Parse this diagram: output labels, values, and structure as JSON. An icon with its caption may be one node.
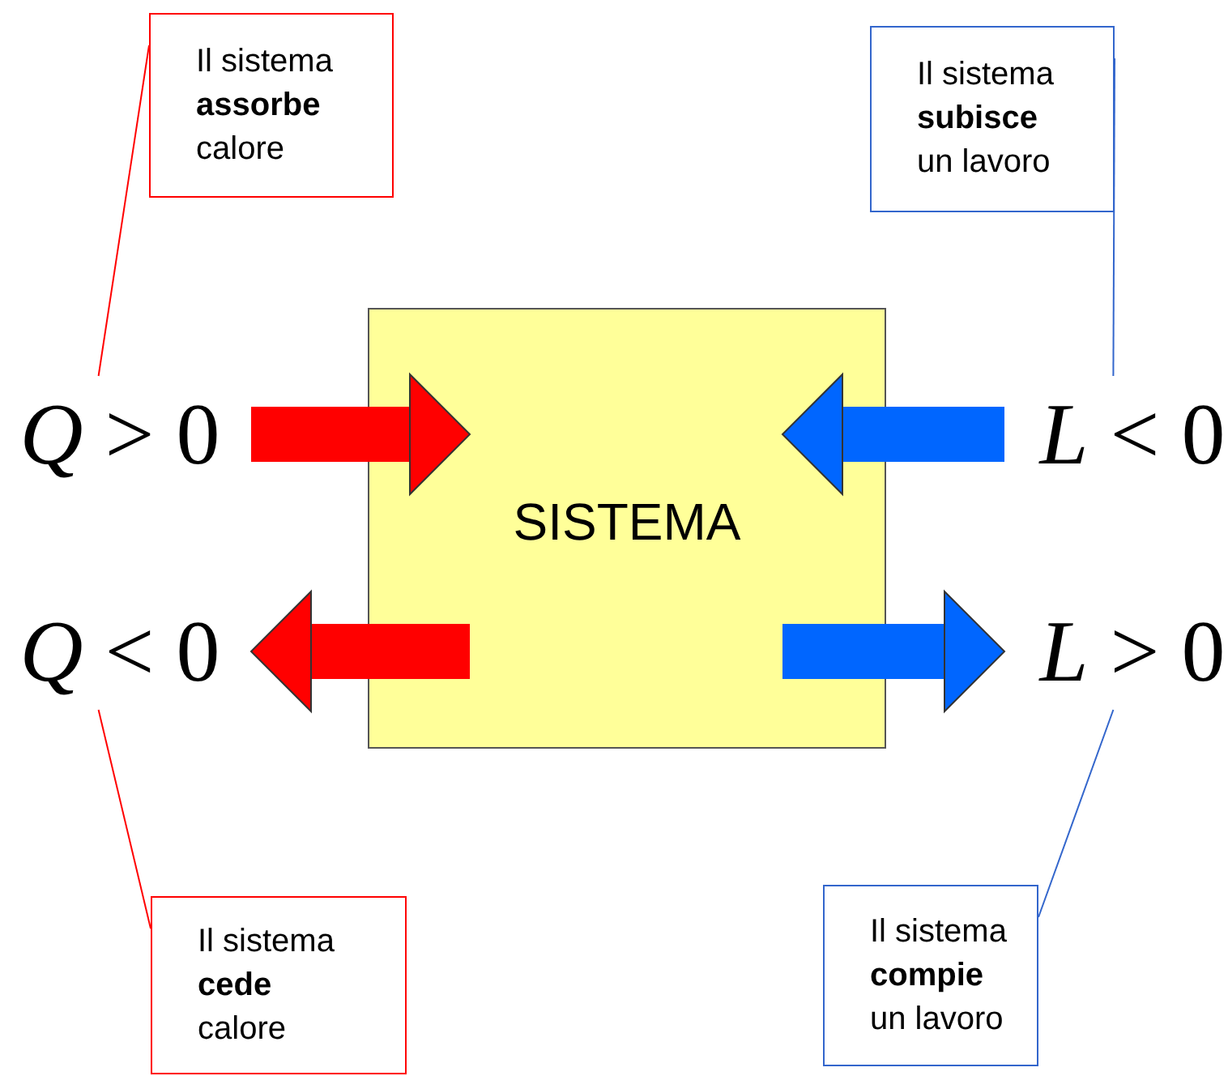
{
  "diagram": {
    "nodes": [
      {
        "text": [
          "SISTEMA"
        ]
      },
      {
        "text": [
          "*Q* > 0"
        ]
      },
      {
        "text": [
          "*Q* < 0"
        ]
      },
      {
        "text": [
          "*L* < 0"
        ]
      },
      {
        "text": [
          "*L* > 0"
        ]
      },
      {
        "text": [
          "Il sistema **assorbe** calore"
        ]
      },
      {
        "text": [
          "Il sistema **subisce** un lavoro"
        ]
      },
      {
        "text": [
          "Il sistema **cede** calore"
        ]
      },
      {
        "text": [
          "Il sistema **compie** un lavoro"
        ]
      }
    ],
    "edges": [
      {
        "from": 1,
        "to": 0,
        "arrow": "to",
        "style": "thick",
        "color": "#ff0000"
      },
      {
        "from": 0,
        "to": 2,
        "arrow": "to",
        "style": "thick",
        "color": "#ff0000"
      },
      {
        "from": 3,
        "to": 0,
        "arrow": "to",
        "style": "thick",
        "color": "#0066ff"
      },
      {
        "from": 0,
        "to": 4,
        "arrow": "to",
        "style": "thick",
        "color": "#0066ff"
      },
      {
        "from": 5,
        "to": 1,
        "arrow": "none",
        "color": "#ff0000"
      },
      {
        "from": 6,
        "to": 3,
        "arrow": "none",
        "color": "#3366cc"
      },
      {
        "from": 7,
        "to": 2,
        "arrow": "none",
        "color": "#ff0000"
      },
      {
        "from": 8,
        "to": 4,
        "arrow": "none",
        "color": "#3366cc"
      }
    ]
  }
}
